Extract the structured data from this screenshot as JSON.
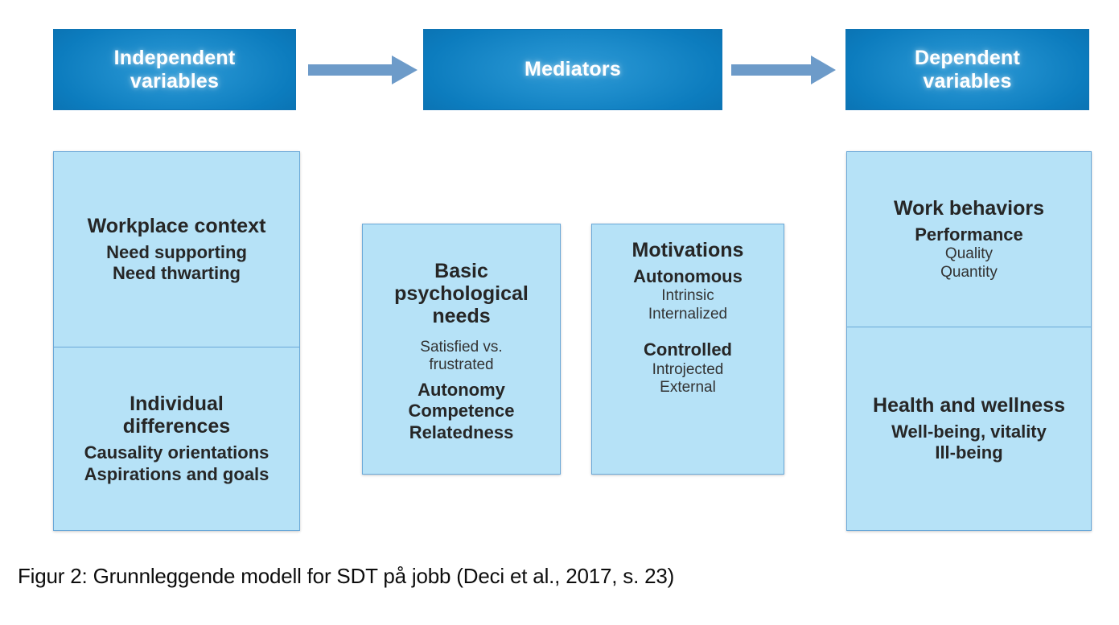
{
  "figure": {
    "caption": "Figur 2: Grunnleggende modell for SDT på jobb (Deci et al., 2017, s. 23)",
    "colors": {
      "header_blue": "#0c7cbe",
      "panel_blue": "#b6e2f7",
      "panel_border": "#6aa8d8",
      "arrow_blue": "#6d9bc9",
      "text_dark": "#262626"
    }
  },
  "headers": [
    {
      "id": "independent",
      "line1": "Independent",
      "line2": "variables"
    },
    {
      "id": "mediators",
      "line1": "Mediators",
      "line2": ""
    },
    {
      "id": "dependent",
      "line1": "Dependent",
      "line2": "variables"
    }
  ],
  "arrows": [
    {
      "id": "arrow-independent-to-mediators",
      "label": "arrow-right"
    },
    {
      "id": "arrow-mediators-to-dependent",
      "label": "arrow-right"
    }
  ],
  "columns": {
    "independent": {
      "top": {
        "heading": "Workplace context",
        "items": [
          "Need supporting",
          "Need thwarting"
        ]
      },
      "bottom": {
        "heading_line1": "Individual",
        "heading_line2": "differences",
        "items": [
          "Causality orientations",
          "Aspirations and goals"
        ]
      }
    },
    "mediators": {
      "needs": {
        "heading_line1": "Basic",
        "heading_line2": "psychological",
        "heading_line3": "needs",
        "note_line1": "Satisfied vs.",
        "note_line2": "frustrated",
        "items": [
          "Autonomy",
          "Competence",
          "Relatedness"
        ]
      },
      "motivations": {
        "heading": "Motivations",
        "groups": [
          {
            "label": "Autonomous",
            "items": [
              "Intrinsic",
              "Internalized"
            ]
          },
          {
            "label": "Controlled",
            "items": [
              "Introjected",
              "External"
            ]
          }
        ]
      }
    },
    "dependent": {
      "top": {
        "heading": "Work behaviors",
        "subheading": "Performance",
        "items": [
          "Quality",
          "Quantity"
        ]
      },
      "bottom": {
        "heading": "Health and wellness",
        "items": [
          "Well-being, vitality",
          "Ill-being"
        ]
      }
    }
  }
}
